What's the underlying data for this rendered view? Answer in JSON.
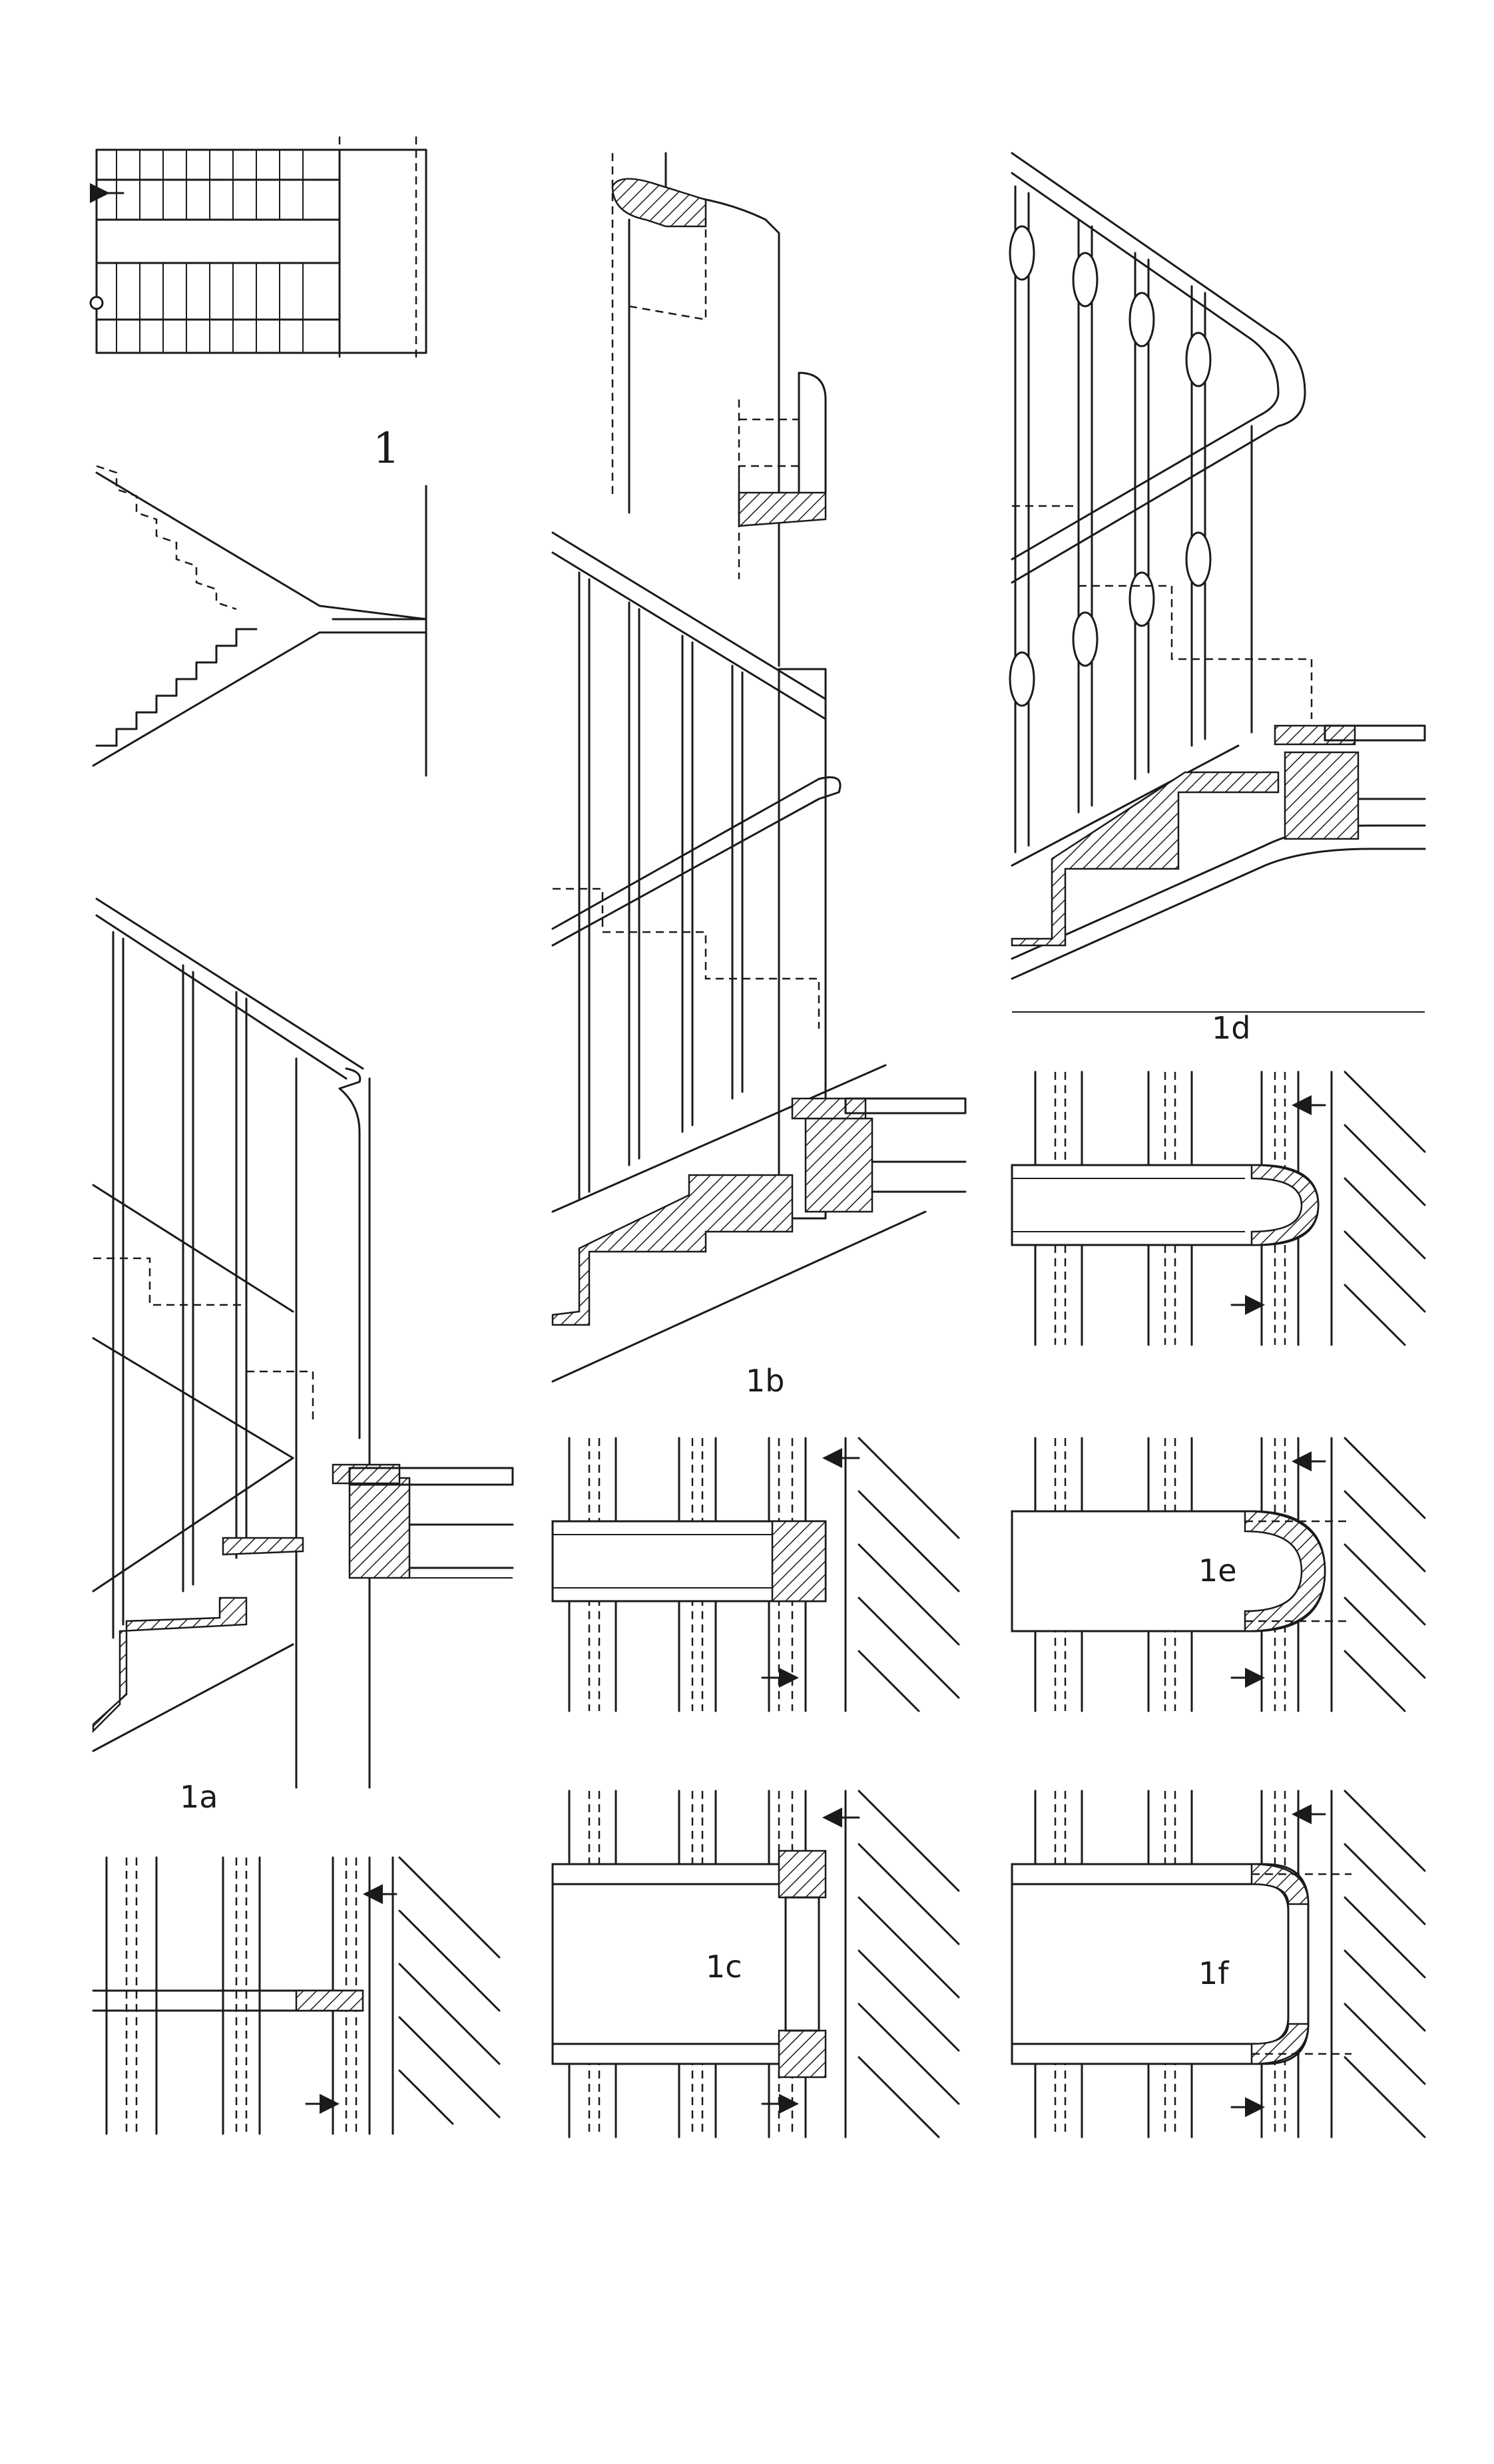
{
  "figure_labels": {
    "fig1": "1",
    "fig1a": "1a",
    "fig1b": "1b",
    "fig1c": "1c",
    "fig1d": "1d",
    "fig1e": "1e",
    "fig1f": "1f"
  },
  "colors": {
    "ink": "#1a1a1a",
    "paper": "#ffffff"
  }
}
